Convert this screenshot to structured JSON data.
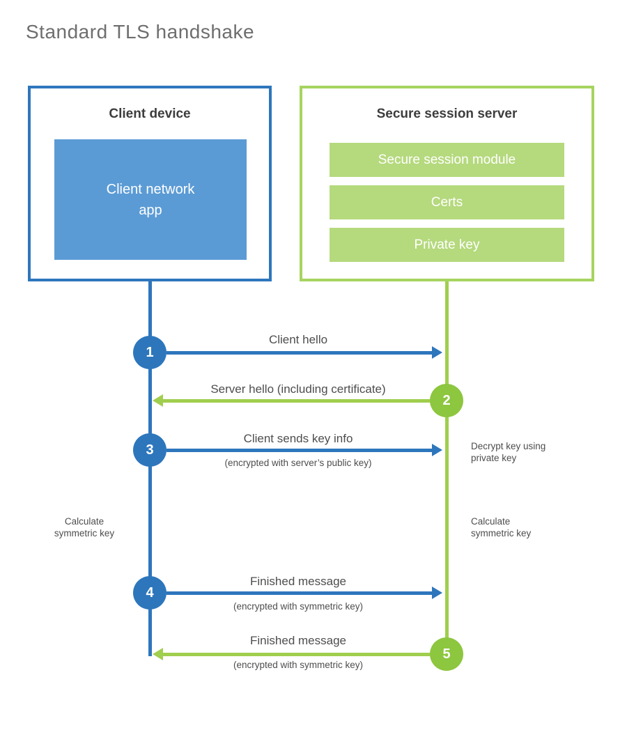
{
  "title": "Standard TLS handshake",
  "colors": {
    "blue_line": "#2E76BC",
    "blue_fill": "#5B9BD5",
    "green_line": "#A0CE4E",
    "green_border": "#A6D45F",
    "green_fill": "#B5D97D",
    "green_circle": "#8DC63F",
    "heading_text": "#3D3D3D",
    "label_text": "#4D4D4D",
    "title_text": "#6E6E6E"
  },
  "client": {
    "title": "Client device",
    "app_lines": [
      "Client network",
      "app"
    ]
  },
  "server": {
    "title": "Secure session server",
    "modules": [
      "Secure session module",
      "Certs",
      "Private key"
    ]
  },
  "steps": [
    {
      "num": "1",
      "label": "Client hello",
      "sublabel": "",
      "direction": "client-to-server"
    },
    {
      "num": "2",
      "label": "Server hello (including certificate)",
      "sublabel": "",
      "direction": "server-to-client"
    },
    {
      "num": "3",
      "label": "Client sends key info",
      "sublabel": "(encrypted with server’s public key)",
      "direction": "client-to-server"
    },
    {
      "num": "4",
      "label": "Finished message",
      "sublabel": "(encrypted with symmetric key)",
      "direction": "client-to-server"
    },
    {
      "num": "5",
      "label": "Finished message",
      "sublabel": "(encrypted with symmetric key)",
      "direction": "server-to-client"
    }
  ],
  "notes": {
    "decrypt": [
      "Decrypt key using",
      "private key"
    ],
    "calc_left": [
      "Calculate",
      "symmetric key"
    ],
    "calc_right": [
      "Calculate",
      "symmetric key"
    ]
  }
}
